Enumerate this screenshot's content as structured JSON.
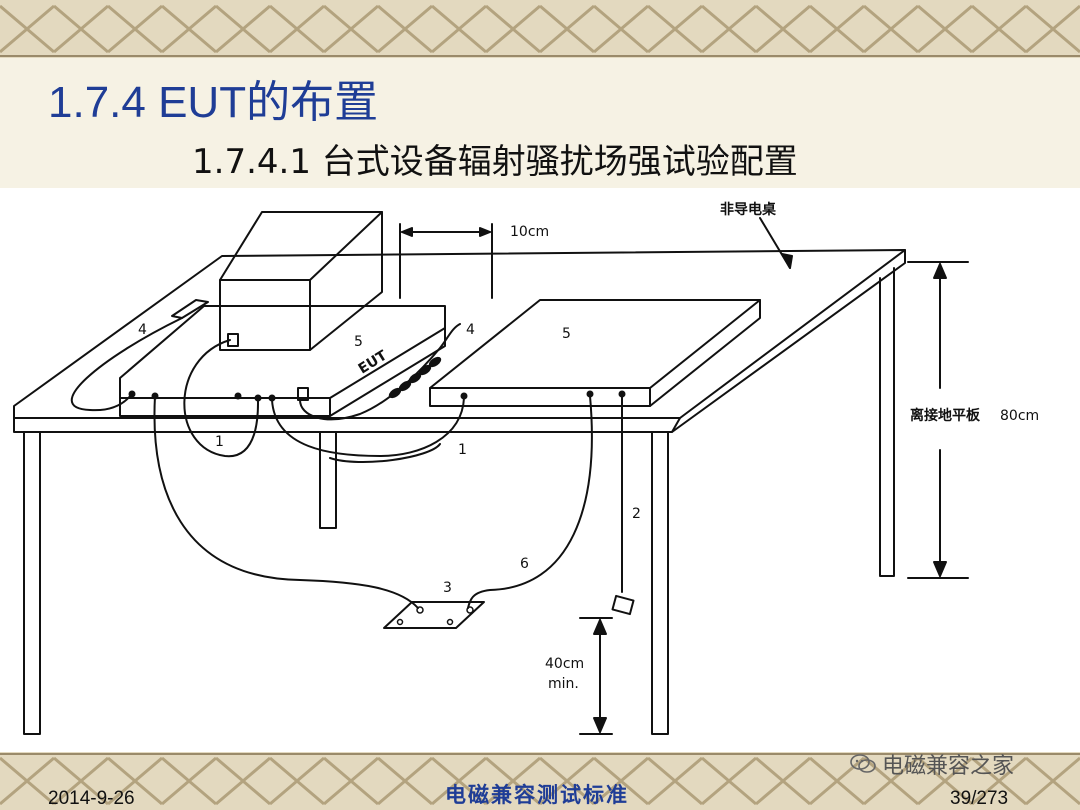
{
  "slide": {
    "title": "1.7.4 EUT的布置",
    "subtitle": "1.7.4.1 台式设备辐射骚扰场强试验配置",
    "date": "2014-9-26",
    "footer_title": "电磁兼容测试标准",
    "page_number": "39/273",
    "watermark": "电磁兼容之家"
  },
  "diagram": {
    "label_10cm": "10cm",
    "label_table": "非导电桌",
    "label_height_cn": "离接地平板",
    "label_height_val": "80cm",
    "label_eut": "EUT",
    "label_40cm": "40cm",
    "label_min": "min.",
    "label_1a": "1",
    "label_1b": "1",
    "label_2": "2",
    "label_3": "3",
    "label_4a": "4",
    "label_4b": "4",
    "label_5a": "5",
    "label_5b": "5",
    "label_6": "6"
  },
  "colors": {
    "title": "#1f3d96",
    "band": "#cfc3a6",
    "band_line": "#9a8a6a",
    "background": "#f6f2e4"
  }
}
